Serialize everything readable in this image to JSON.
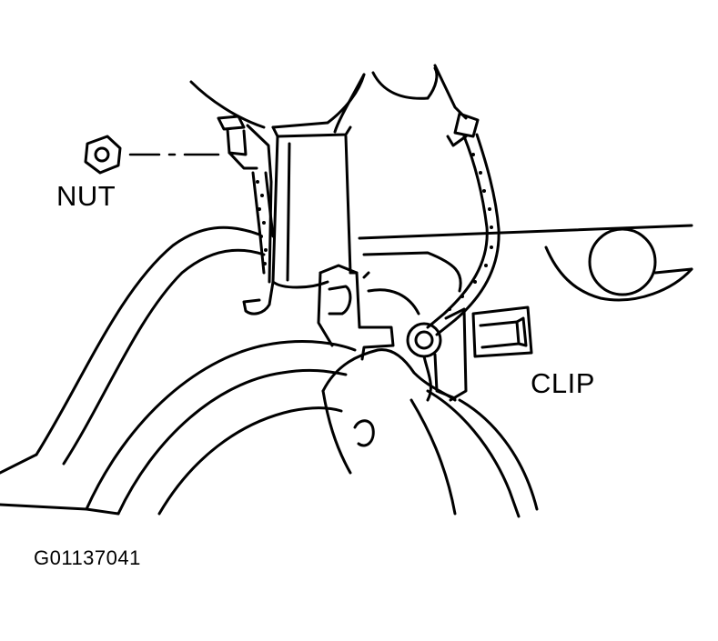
{
  "labels": {
    "nut": "NUT",
    "clip": "CLIP",
    "figure_id": "G01137041"
  },
  "colors": {
    "line": "#000000",
    "background": "#ffffff"
  }
}
